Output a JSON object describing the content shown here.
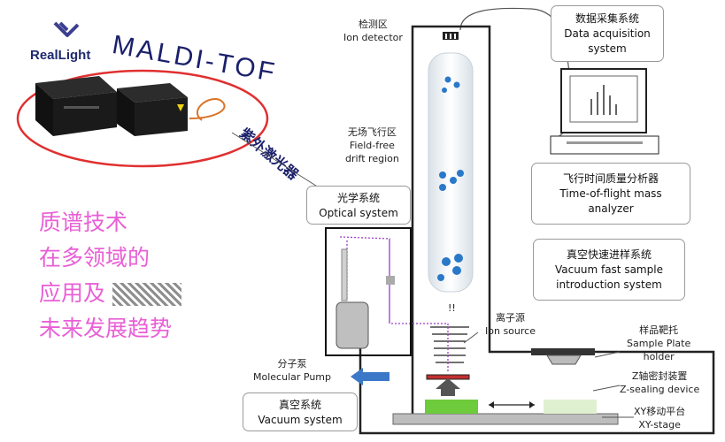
{
  "brand": {
    "name": "RealLight"
  },
  "headline": {
    "title": "MALDI-TOF",
    "laser_label": "紫外激光器"
  },
  "slogan": {
    "lines": [
      "质谱技术",
      "在多领域的",
      "应用及",
      "未来发展趋势"
    ]
  },
  "labels": {
    "ion_detector_cn": "检测区",
    "ion_detector_en": "Ion detector",
    "drift_cn": "无场飞行区",
    "drift_en1": "Field-free",
    "drift_en2": "drift region",
    "ion_source_cn": "离子源",
    "ion_source_en": "Ion source",
    "sample_plate_cn": "样品靶托",
    "sample_plate_en1": "Sample Plate",
    "sample_plate_en2": "holder",
    "z_sealing_cn": "Z轴密封装置",
    "z_sealing_en": "Z-sealing device",
    "xy_stage_cn": "XY移动平台",
    "xy_stage_en": "XY-stage",
    "molecular_pump_cn": "分子泵",
    "molecular_pump_en": "Molecular Pump"
  },
  "boxes": {
    "data_acq_cn": "数据采集系统",
    "data_acq_en1": "Data acquisition",
    "data_acq_en2": "system",
    "tof_cn": "飞行时间质量分析器",
    "tof_en1": "Time-of-flight mass",
    "tof_en2": "analyzer",
    "vacuum_fast_cn": "真空快速进样系统",
    "vacuum_fast_en1": "Vacuum fast sample",
    "vacuum_fast_en2": "introduction system",
    "optical_cn": "光学系统",
    "optical_en": "Optical system",
    "vacuum_cn": "真空系统",
    "vacuum_en": "Vacuum system"
  },
  "colors": {
    "accent": "#1a1f6b",
    "slogan": "#e85fd6",
    "ring": "#e03030",
    "ion": "#2a78c8"
  }
}
